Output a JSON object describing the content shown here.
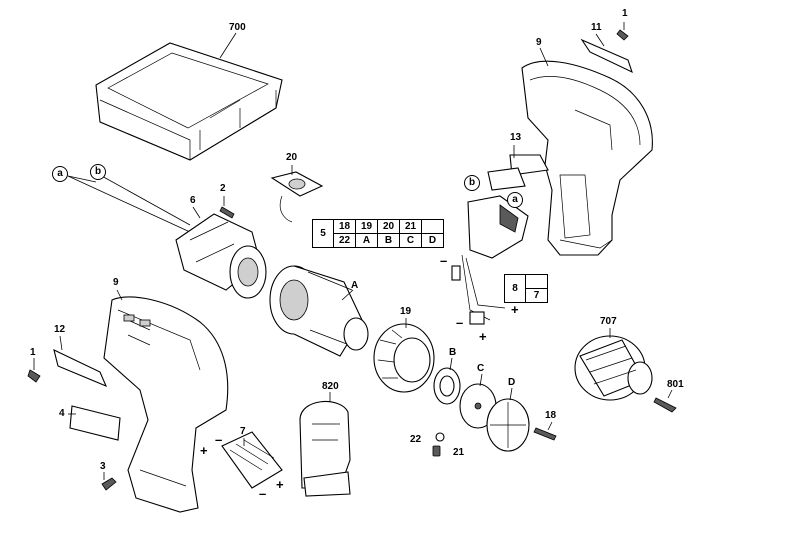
{
  "callouts": {
    "p700": "700",
    "p1_top": "1",
    "p11": "11",
    "p9_top": "9",
    "p13": "13",
    "p20": "20",
    "p2": "2",
    "p6": "6",
    "pA": "A",
    "p19": "19",
    "p707": "707",
    "p801": "801",
    "p9_left": "9",
    "p12": "12",
    "p1_left": "1",
    "p4": "4",
    "p3": "3",
    "p7": "7",
    "p820": "820",
    "pB": "B",
    "pC": "C",
    "pD": "D",
    "p18": "18",
    "p22": "22",
    "p21": "21"
  },
  "wire_tags": {
    "a_left": "a",
    "b_left": "b",
    "b_switch": "b",
    "a_switch": "a"
  },
  "signs": {
    "minus_switch": "–",
    "minus_lower": "–",
    "plus_switch_right": "+",
    "plus_switch_bottom": "+",
    "minus_battery_top": "–",
    "plus_battery_left": "+",
    "minus_battery_bottom": "–",
    "plus_battery_right": "+"
  },
  "ref_table": {
    "row_label": "5",
    "top": [
      "18",
      "19",
      "20",
      "21",
      ""
    ],
    "bottom": [
      "22",
      "A",
      "B",
      "C",
      "D"
    ]
  },
  "ref_table_small": {
    "left": "8",
    "right_bottom": "7"
  }
}
